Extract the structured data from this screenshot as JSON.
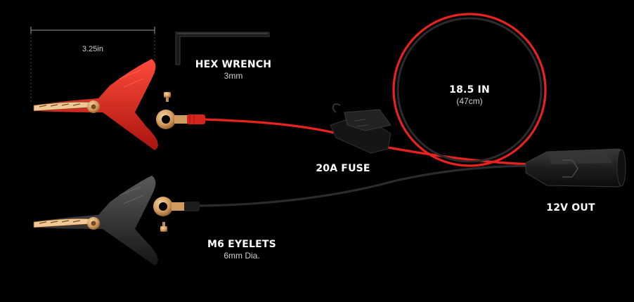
{
  "labels": {
    "clip_width": "3.25in",
    "hex_wrench": {
      "title": "HEX WRENCH",
      "sub": "3mm"
    },
    "cable_length": {
      "title": "18.5 IN",
      "sub": "(47cm)"
    },
    "fuse": {
      "title": "20A FUSE"
    },
    "output": {
      "title": "12V OUT"
    },
    "eyelets": {
      "title": "M6 EYELETS",
      "sub": "6mm Dia."
    }
  },
  "colors": {
    "background": "#000000",
    "positive_cable": "#e8231f",
    "negative_cable": "#2b2b2b",
    "clip_red": "#d9231c",
    "clip_black": "#262626",
    "brass": "#d8a86a"
  }
}
